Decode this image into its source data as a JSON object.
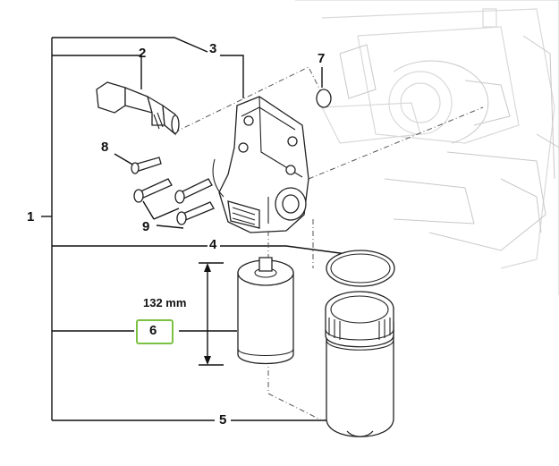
{
  "diagram": {
    "callouts": {
      "c1": "1",
      "c2": "2",
      "c3": "3",
      "c4": "4",
      "c5": "5",
      "c6": "6",
      "c7": "7",
      "c8": "8",
      "c9": "9"
    },
    "dimension_label": "132 mm",
    "highlight_color": "#7cc142"
  }
}
